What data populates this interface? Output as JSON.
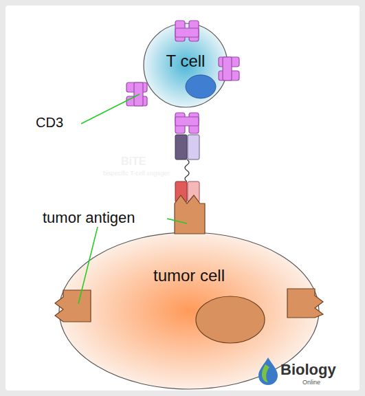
{
  "diagram": {
    "nodes": [
      {
        "text": [
          "T cell"
        ]
      },
      {
        "text": [
          "tumor cell"
        ]
      }
    ],
    "labels": [
      "CD3",
      "tumor antigen",
      "BiTE",
      "bispecific T-cell engager",
      "Biology",
      "Online"
    ]
  }
}
